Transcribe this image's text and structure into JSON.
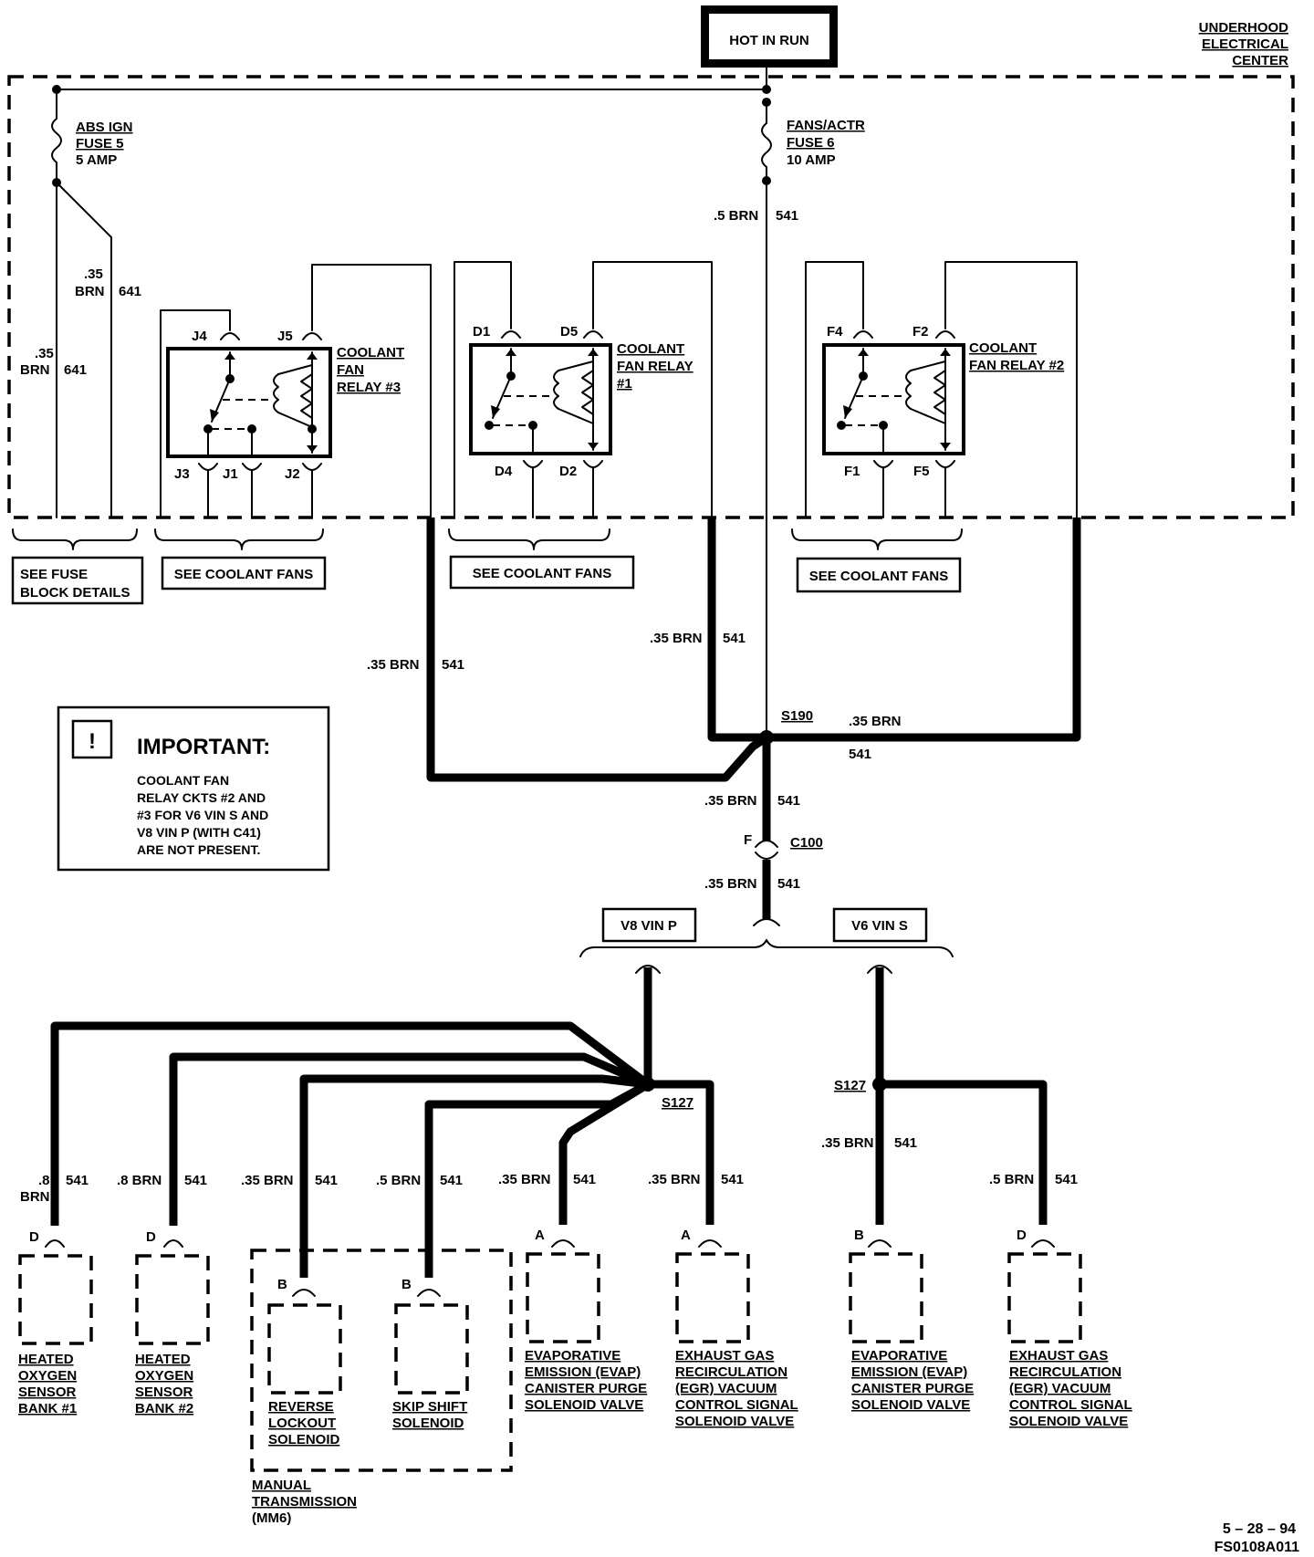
{
  "header": {
    "hot_in_run": "HOT IN RUN",
    "center_title": [
      "UNDERHOOD",
      "ELECTRICAL",
      "CENTER"
    ]
  },
  "fuses": {
    "abs": [
      "ABS IGN",
      "FUSE 5",
      "5 AMP"
    ],
    "fans": [
      "FANS/ACTR",
      "FUSE 6",
      "10 AMP"
    ]
  },
  "wires": {
    "left_outer_gauge": ".35",
    "left_outer_color": "BRN",
    "left_outer_circuit": "641",
    "left_inner_gauge": ".35",
    "left_inner_color": "BRN",
    "left_inner_circuit": "641",
    "fan_fuse_out": ".5 BRN",
    "fan_fuse_circuit": "541",
    "relay3_feed": ".35 BRN",
    "relay3_feed_circuit": "541",
    "relay1_feed": ".35 BRN",
    "relay1_feed_circuit": "541",
    "relay2_feed": ".35 BRN",
    "relay2_feed_circuit": "541",
    "s190_out": ".35 BRN",
    "s190_out_circuit": "541",
    "c100_out": ".35 BRN",
    "c100_out_circuit": "541",
    "v6_branch": ".35 BRN",
    "v6_branch_circuit": "541"
  },
  "relays": {
    "r3": {
      "title": [
        "COOLANT",
        "FAN",
        "RELAY #3"
      ],
      "top_pins": [
        "J4",
        "J5"
      ],
      "bottom_pins": [
        "J3",
        "J1",
        "J2"
      ]
    },
    "r1": {
      "title": [
        "COOLANT",
        "FAN RELAY",
        "#1"
      ],
      "top_pins": [
        "D1",
        "D5"
      ],
      "bottom_pins": [
        "D4",
        "D2"
      ]
    },
    "r2": {
      "title": [
        "COOLANT",
        "FAN RELAY #2"
      ],
      "top_pins": [
        "F4",
        "F2"
      ],
      "bottom_pins": [
        "F1",
        "F5"
      ]
    }
  },
  "refs": {
    "fuse_block": [
      "SEE FUSE",
      "BLOCK DETAILS"
    ],
    "coolant_fans": "SEE COOLANT FANS"
  },
  "splices": {
    "s190": "S190",
    "s127_left": "S127",
    "s127_right": "S127",
    "c100": "C100",
    "c100_pin": "F"
  },
  "important": {
    "title": "IMPORTANT:",
    "lines": [
      "COOLANT FAN",
      "RELAY CKTS #2 AND",
      "#3 FOR V6 VIN S AND",
      "V8 VIN P (WITH C41)",
      "ARE NOT PRESENT."
    ]
  },
  "variants": {
    "v8": "V8 VIN P",
    "v6": "V6 VIN S"
  },
  "components": [
    {
      "wire_gauge": ".8",
      "wire_color": "BRN",
      "circuit": "541",
      "pin": "D",
      "name": [
        "HEATED",
        "OXYGEN",
        "SENSOR",
        "BANK #1"
      ]
    },
    {
      "wire_gauge": ".8 BRN",
      "wire_color": "",
      "circuit": "541",
      "pin": "D",
      "name": [
        "HEATED",
        "OXYGEN",
        "SENSOR",
        "BANK #2"
      ]
    },
    {
      "wire_gauge": ".35 BRN",
      "wire_color": "",
      "circuit": "541",
      "pin": "B",
      "name": [
        "REVERSE",
        "LOCKOUT",
        "SOLENOID"
      ]
    },
    {
      "wire_gauge": ".5 BRN",
      "wire_color": "",
      "circuit": "541",
      "pin": "B",
      "name": [
        "SKIP SHIFT",
        "SOLENOID"
      ]
    },
    {
      "wire_gauge": ".35 BRN",
      "wire_color": "",
      "circuit": "541",
      "pin": "A",
      "name": [
        "EVAPORATIVE",
        "EMISSION (EVAP)",
        "CANISTER PURGE",
        "SOLENOID VALVE"
      ]
    },
    {
      "wire_gauge": ".35 BRN",
      "wire_color": "",
      "circuit": "541",
      "pin": "A",
      "name": [
        "EXHAUST GAS",
        "RECIRCULATION",
        "(EGR) VACUUM",
        "CONTROL SIGNAL",
        "SOLENOID VALVE"
      ]
    },
    {
      "wire_gauge": "",
      "wire_color": "",
      "circuit": "",
      "pin": "B",
      "name": [
        "EVAPORATIVE",
        "EMISSION (EVAP)",
        "CANISTER PURGE",
        "SOLENOID VALVE"
      ]
    },
    {
      "wire_gauge": ".5 BRN",
      "wire_color": "",
      "circuit": "541",
      "pin": "D",
      "name": [
        "EXHAUST GAS",
        "RECIRCULATION",
        "(EGR) VACUUM",
        "CONTROL SIGNAL",
        "SOLENOID VALVE"
      ]
    }
  ],
  "manual_trans": [
    "MANUAL",
    "TRANSMISSION",
    "(MM6)"
  ],
  "footer": {
    "date": "5 – 28 – 94",
    "code": "FS0108A011"
  }
}
